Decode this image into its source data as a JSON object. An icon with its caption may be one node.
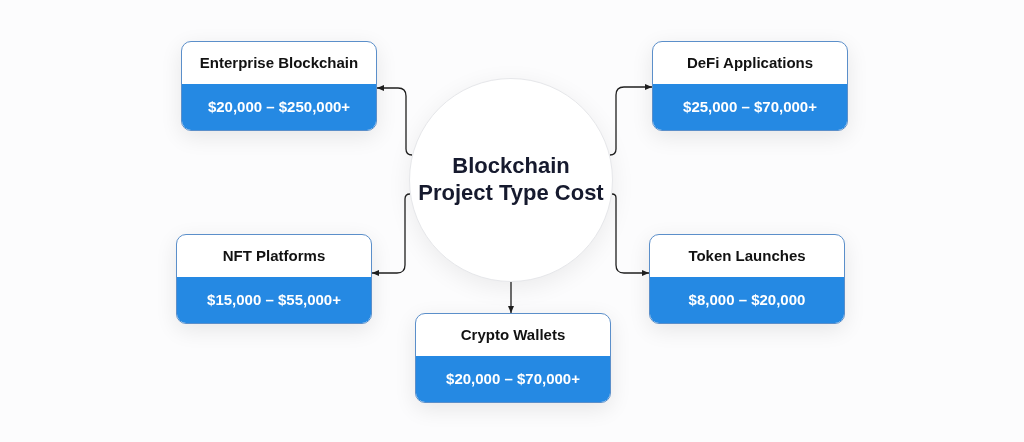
{
  "diagram": {
    "nodes": [
      {
        "text": [
          "Blockchain Project Type Cost"
        ]
      },
      {
        "text": [
          "Enterprise Blockchain",
          "$20,000 – $250,000+"
        ]
      },
      {
        "text": [
          "DeFi Applications",
          "$25,000 – $70,000+"
        ]
      },
      {
        "text": [
          "NFT Platforms",
          "$15,000 – $55,000+"
        ]
      },
      {
        "text": [
          "Token Launches",
          "$8,000 – $20,000"
        ]
      },
      {
        "text": [
          "Crypto Wallets",
          "$20,000 – $70,000+"
        ]
      }
    ],
    "edges": [
      {
        "from": 0,
        "to": 1,
        "arrow": "to"
      },
      {
        "from": 0,
        "to": 2,
        "arrow": "to"
      },
      {
        "from": 0,
        "to": 3,
        "arrow": "to"
      },
      {
        "from": 0,
        "to": 4,
        "arrow": "to"
      },
      {
        "from": 0,
        "to": 5,
        "arrow": "to"
      }
    ]
  }
}
